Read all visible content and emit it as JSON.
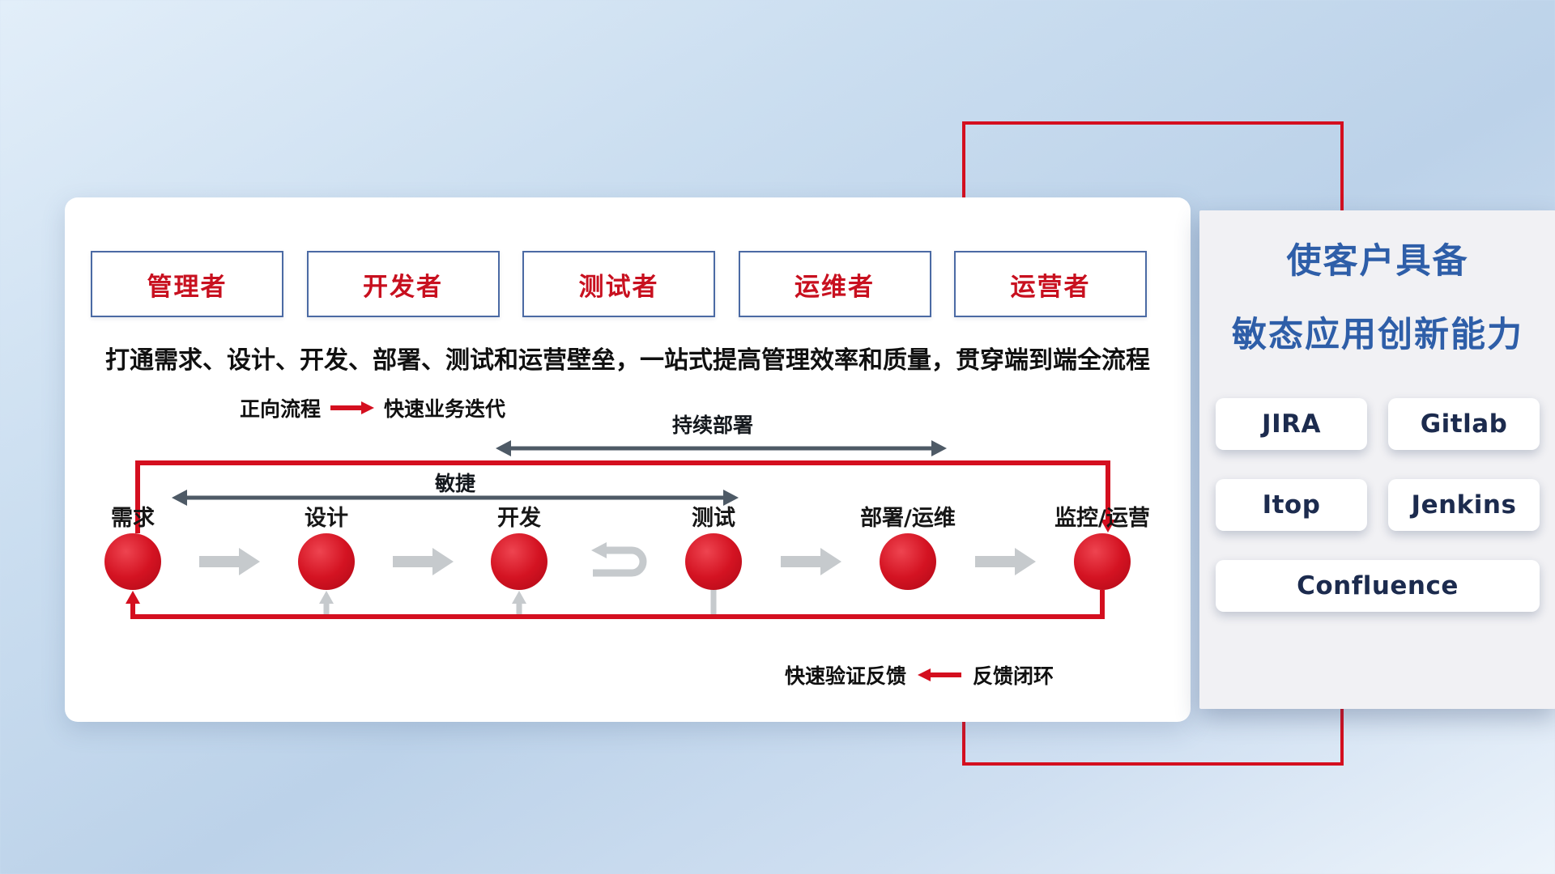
{
  "roles": [
    "管理者",
    "开发者",
    "测试者",
    "运维者",
    "运营者"
  ],
  "description": "打通需求、设计、开发、部署、测试和运营壁垒，一站式提高管理效率和质量，贯穿端到端全流程",
  "legend_forward": {
    "label": "正向流程",
    "value": "快速业务迭代"
  },
  "flow_arrows": {
    "continuous_deployment": "持续部署",
    "agile": "敏捷"
  },
  "nodes": [
    "需求",
    "设计",
    "开发",
    "测试",
    "部署/运维",
    "监控/运营"
  ],
  "legend_feedback": {
    "label": "快速验证反馈",
    "value": "反馈闭环"
  },
  "side_panel": {
    "title_line1": "使客户具备",
    "title_line2": "敏态应用创新能力",
    "tools": [
      "JIRA",
      "Gitlab",
      "Itop",
      "Jenkins",
      "Confluence"
    ]
  },
  "colors": {
    "accent_red": "#d40f1f",
    "title_blue": "#2e5ea8",
    "dark_arrow": "#4e5a66",
    "gray_arrow": "#c6cacd"
  }
}
